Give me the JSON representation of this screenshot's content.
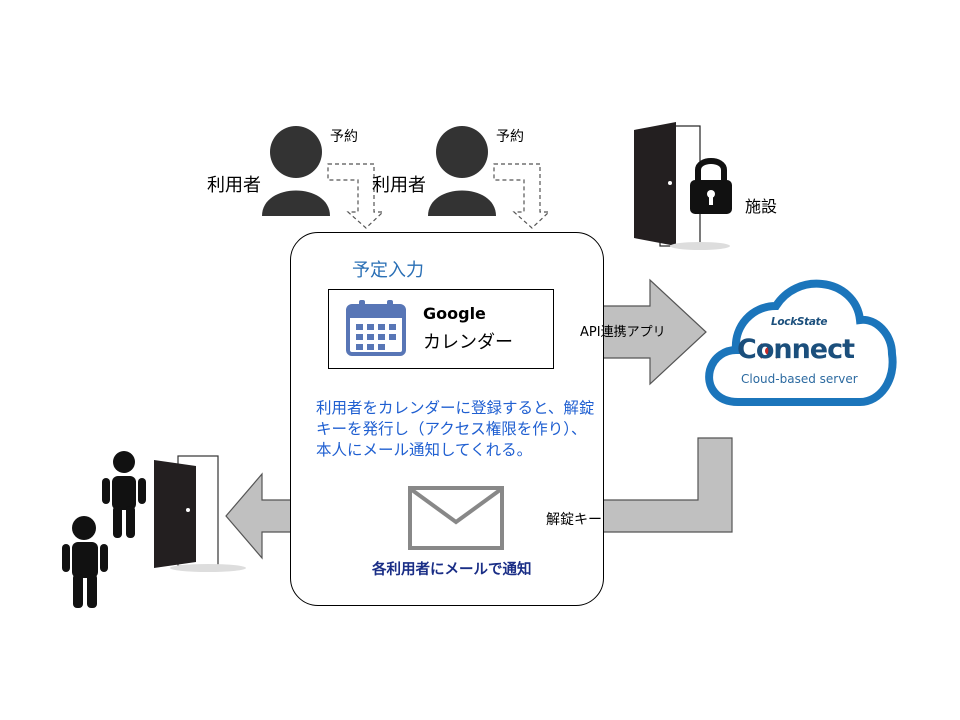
{
  "title": "予定入力",
  "users": [
    {
      "label": "利用者",
      "action": "予約"
    },
    {
      "label": "利用者",
      "action": "予約"
    }
  ],
  "facility": {
    "label": "施設"
  },
  "calendar": {
    "vendor": "Google",
    "product": "カレンダー"
  },
  "api_label": "API連携アプリ",
  "cloud": {
    "brand_small": "LockState",
    "brand": "Connect",
    "subtitle": "Cloud-based server"
  },
  "key_label": "解錠キー",
  "description": "利用者をカレンダーに登録すると、解錠キーを発行し（アクセス権限を作り）、本人にメール通知してくれる。",
  "notify_label": "各利用者にメールで通知",
  "colors": {
    "arrow_fill": "#c0c0c0",
    "arrow_stroke": "#555555",
    "person": "#333333",
    "door": "#231f20",
    "calendar_icon": "#5876b6",
    "cloud_blue": "#1b75bb",
    "description_text": "#1f5fd1",
    "notify_text": "#1a2e86"
  }
}
